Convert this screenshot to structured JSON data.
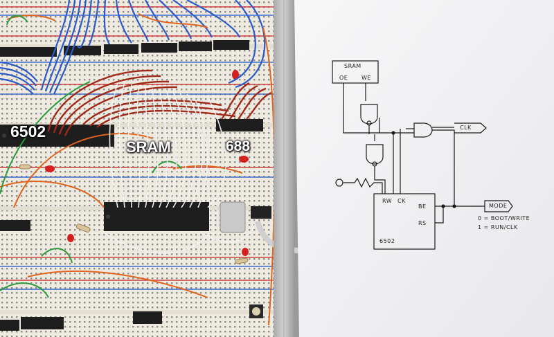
{
  "breadboard": {
    "label_cpu": "6502",
    "label_ram": "SRAM",
    "label_gate": "688"
  },
  "sketch": {
    "sram_title": "SRAM",
    "pin_oe": "OE",
    "pin_we": "WE",
    "clk_label": "CLK",
    "mode_label": "MODE",
    "cpu_title": "6502",
    "pin_rw": "RW",
    "pin_ck": "CK",
    "pin_be": "BE",
    "pin_rs": "RS",
    "legend_0": "0 = BOOT/WRITE",
    "legend_1": "1 = RUN/CLK"
  },
  "colors": {
    "board": "#eeeae0",
    "wire_blue": "#2a5cc8",
    "wire_red": "#a02a1a",
    "wire_orange": "#e0641e",
    "wire_green": "#2a9a3a",
    "wire_white": "#f2f2f2",
    "chip": "#1e1e1e",
    "paper": "#f4f4f6",
    "frame": "#b8b8b8"
  }
}
